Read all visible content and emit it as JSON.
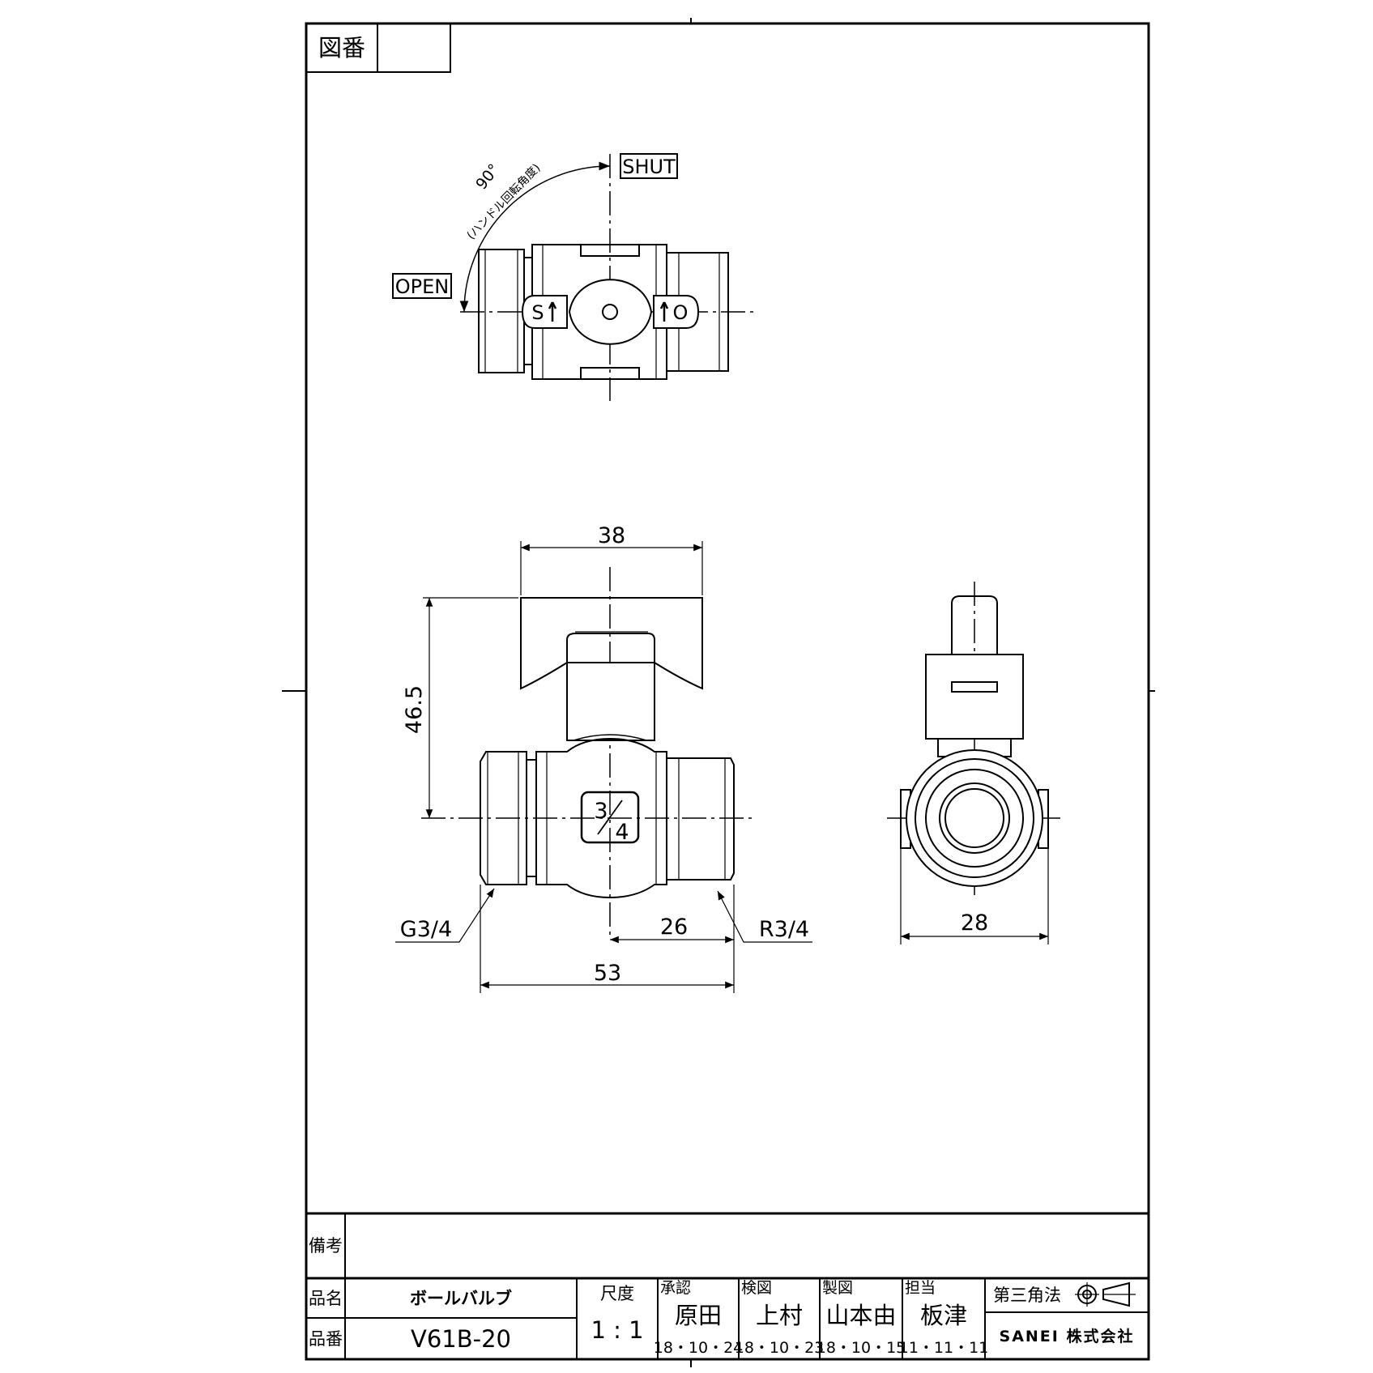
{
  "drawing_number": {
    "label": "図番",
    "value": ""
  },
  "top_view": {
    "shut_label": "SHUT",
    "open_label": "OPEN",
    "angle_text": "90°",
    "angle_note": "(ハンドル回転角度)",
    "handle_left_mark": "S",
    "handle_right_mark": "O"
  },
  "front_view": {
    "size_mark_num": "3",
    "size_mark_den": "4",
    "dim_handle_width": "38",
    "dim_height": "46.5",
    "dim_half_length": "26",
    "dim_total_length": "53",
    "thread_left": "G3/4",
    "thread_right": "R3/4"
  },
  "side_view": {
    "dim_width": "28"
  },
  "title_block": {
    "remarks_label": "備考",
    "remarks_value": "",
    "product_name_label": "品名",
    "product_name": "ボールバルブ",
    "product_number_label": "品番",
    "product_number": "V61B-20",
    "scale_label": "尺度",
    "scale_value": "1 : 1",
    "approved_label": "承認",
    "approved_name": "原田",
    "approved_date": "18・10・24",
    "checked_label": "検図",
    "checked_name": "上村",
    "checked_date": "18・10・23",
    "drawn_label": "製図",
    "drawn_name": "山本由",
    "drawn_date": "18・10・15",
    "charge_label": "担当",
    "charge_name": "板津",
    "charge_date": "11・11・11",
    "projection_label": "第三角法",
    "company": "SANEI 株式会社"
  }
}
